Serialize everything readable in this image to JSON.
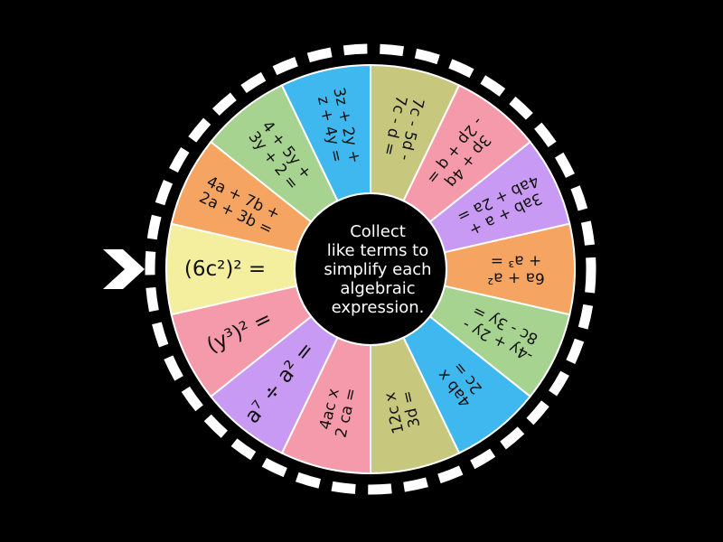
{
  "wheel": {
    "hub_lines": [
      "Collect",
      "like terms to",
      "simplify each",
      "algebraic",
      "expression."
    ],
    "rim_color": "#ffffff",
    "background": "#000000",
    "hub_color": "#000000",
    "pointer_icon": "chevron-right-icon",
    "segments": [
      {
        "lines": [
          "(6c²)² ="
        ],
        "color": "#f3ef9e"
      },
      {
        "lines": [
          "4a + 7b +",
          "2a + 3b ="
        ],
        "color": "#f5a561"
      },
      {
        "lines": [
          "4 + 5y +",
          "3y + 2 ="
        ],
        "color": "#a6d38f"
      },
      {
        "lines": [
          "3z + 2y +",
          "z + 4y ="
        ],
        "color": "#3fb8f0"
      },
      {
        "lines": [
          "7c - 5d -",
          "7c - d ="
        ],
        "color": "#c7c87e"
      },
      {
        "lines": [
          "3p + 4q",
          "- 2p + q ="
        ],
        "color": "#f59aaa"
      },
      {
        "lines": [
          "3ab + a +",
          "4ab + 2a ="
        ],
        "color": "#c89af3"
      },
      {
        "lines": [
          "6a + a²",
          "+ a³ ="
        ],
        "color": "#f5a561"
      },
      {
        "lines": [
          "-4y + 2y -",
          "8c - 3y ="
        ],
        "color": "#a6d38f"
      },
      {
        "lines": [
          "4ab x",
          "2c ="
        ],
        "color": "#3fb8f0"
      },
      {
        "lines": [
          "12c x",
          "3d ="
        ],
        "color": "#c7c87e"
      },
      {
        "lines": [
          "4ac x",
          "2 ca ="
        ],
        "color": "#f59aaa"
      },
      {
        "lines": [
          "a⁷ ÷ a² ="
        ],
        "color": "#c89af3"
      },
      {
        "lines": [
          "(y³)² ="
        ],
        "color": "#f59aaa"
      }
    ]
  }
}
